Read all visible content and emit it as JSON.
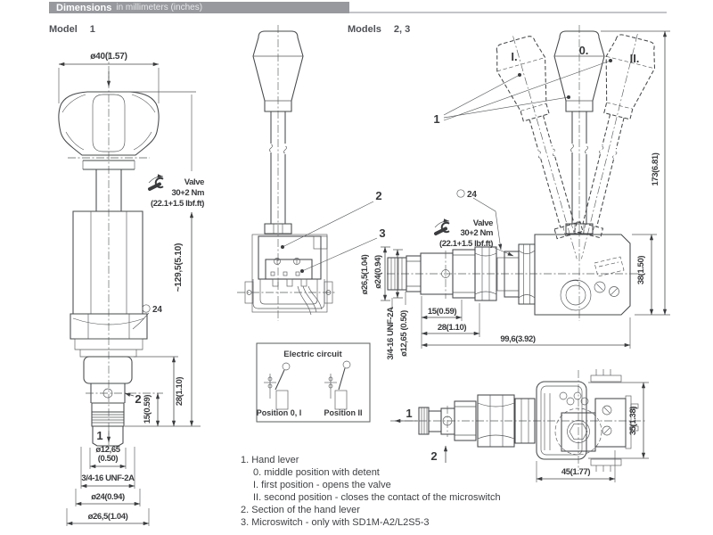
{
  "header": {
    "title": "Dimensions",
    "subtitle": "in millimeters (inches)"
  },
  "models": {
    "m1_label": "Model",
    "m1_num": "1",
    "m23_label": "Models",
    "m23_num": "2, 3"
  },
  "fig1": {
    "dia_knob": "ø40(1.57)",
    "valve1": "Valve",
    "valve2": "30+2 Nm",
    "valve3": "(22.1+1.5 lbf.ft)",
    "height": "~129,5(5.10)",
    "hex_af": "24",
    "port2": "2",
    "port1": "1",
    "dim15": "15(0.59)",
    "dim28": "28(1.10)",
    "dia_nose": "ø12,65",
    "dia_nose_in": "(0.50)",
    "thread": "3/4-16 UNF-2A",
    "dia_seal": "ø24(0.94)",
    "dia_hex": "ø26,5(1.04)"
  },
  "fig2": {
    "leader2": "2",
    "leader3": "3"
  },
  "circuit": {
    "title": "Electric circuit",
    "left": "Position 0, I",
    "right": "Position II"
  },
  "fig3": {
    "pos_i": "I.",
    "pos_0": "0.",
    "pos_ii": "II.",
    "leader1": "1",
    "height": "173(6.81)",
    "hex_af": "24",
    "valve1": "Valve",
    "valve2": "30+2 Nm",
    "valve3": "(22.1+1.5 lbf.ft)",
    "dim38": "38(1.50)",
    "dim996": "99,6(3.92)",
    "dia_hex": "ø26,5(1.04)",
    "dia_seal": "ø24(0.94)",
    "thread": "3/4-16 UNF-2A",
    "dia_nose": "ø12,65 (0.50)",
    "dim15": "15(0.59)",
    "dim28": "28(1.10)",
    "port1": "1",
    "port2": "2",
    "dim35": "35(1.38)",
    "dim45": "45(1.77)"
  },
  "notes": {
    "l1": "1. Hand lever",
    "l1a": "0. middle position with detent",
    "l1b": "I. first position - opens the valve",
    "l1c": "II. second position - closes the contact of the microswitch",
    "l2": "2. Section of the hand lever",
    "l3": "3. Microswitch - only with SD1M-A2/L2S5-3"
  },
  "colors": {
    "bar_bg": "#97999e",
    "line": "#46484a",
    "text": "#3f4144"
  }
}
